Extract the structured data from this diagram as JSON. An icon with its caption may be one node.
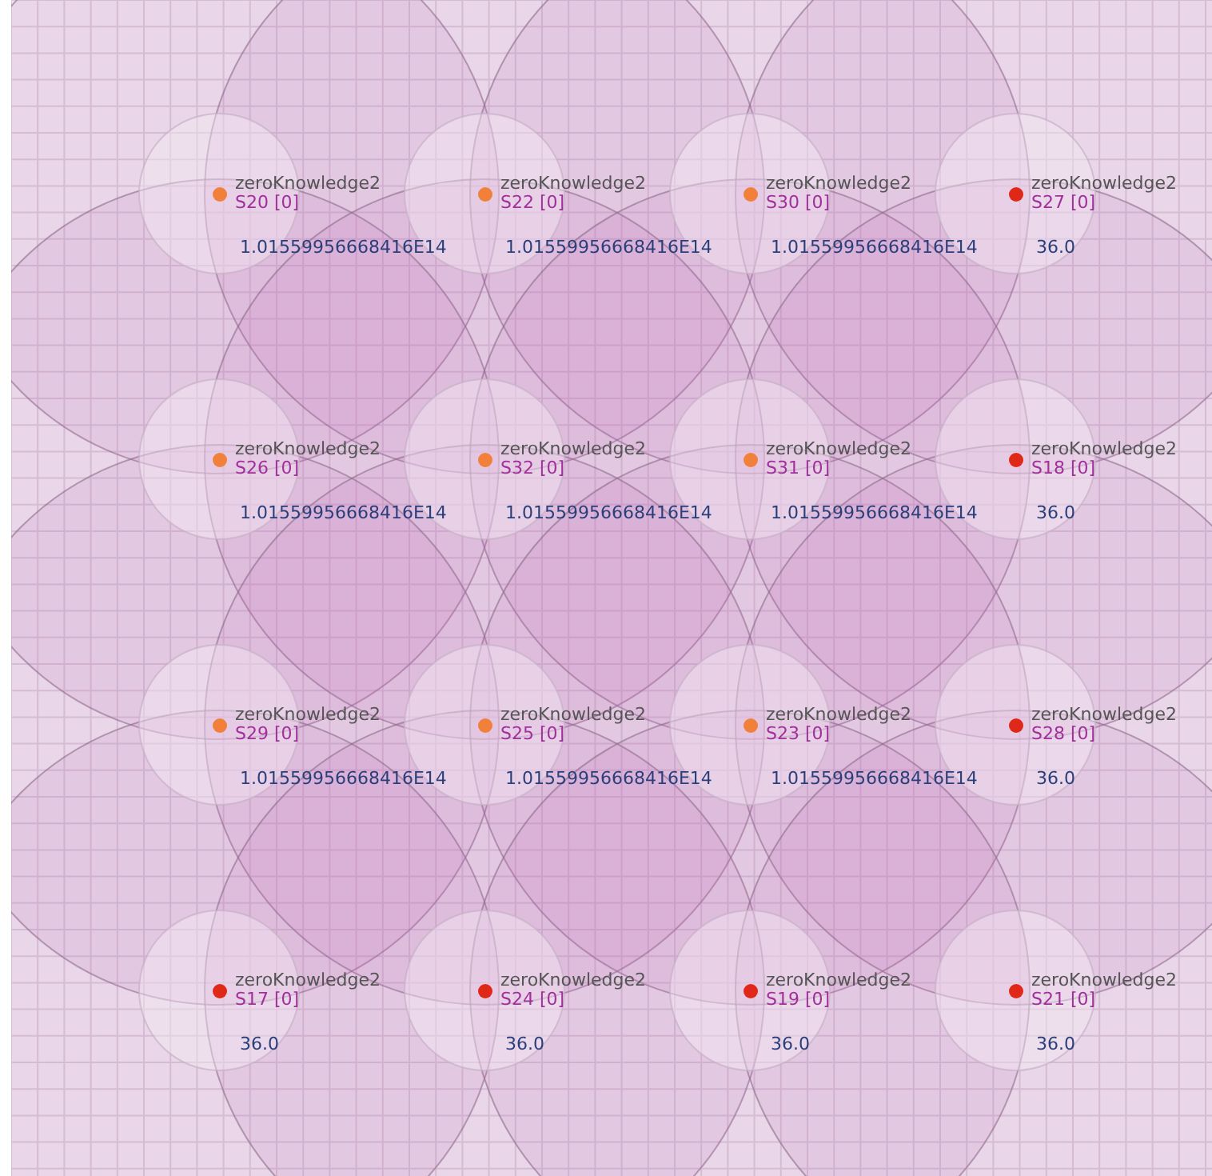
{
  "diagram": {
    "nodes": [
      {
        "text": [
          "zeroKnowledge2",
          "S20 [0]",
          "1.01559956668416E14"
        ]
      },
      {
        "text": [
          "zeroKnowledge2",
          "S22 [0]",
          "1.01559956668416E14"
        ]
      },
      {
        "text": [
          "zeroKnowledge2",
          "S30 [0]",
          "1.01559956668416E14"
        ]
      },
      {
        "text": [
          "zeroKnowledge2",
          "S27 [0]",
          "36.0"
        ]
      },
      {
        "text": [
          "zeroKnowledge2",
          "S26 [0]",
          "1.01559956668416E14"
        ]
      },
      {
        "text": [
          "zeroKnowledge2",
          "S32 [0]",
          "1.01559956668416E14"
        ]
      },
      {
        "text": [
          "zeroKnowledge2",
          "S31 [0]",
          "1.01559956668416E14"
        ]
      },
      {
        "text": [
          "zeroKnowledge2",
          "S18 [0]",
          "36.0"
        ]
      },
      {
        "text": [
          "zeroKnowledge2",
          "S29 [0]",
          "1.01559956668416E14"
        ]
      },
      {
        "text": [
          "zeroKnowledge2",
          "S25 [0]",
          "1.01559956668416E14"
        ]
      },
      {
        "text": [
          "zeroKnowledge2",
          "S23 [0]",
          "1.01559956668416E14"
        ]
      },
      {
        "text": [
          "zeroKnowledge2",
          "S28 [0]",
          "36.0"
        ]
      },
      {
        "text": [
          "zeroKnowledge2",
          "S17 [0]",
          "36.0"
        ]
      },
      {
        "text": [
          "zeroKnowledge2",
          "S24 [0]",
          "36.0"
        ]
      },
      {
        "text": [
          "zeroKnowledge2",
          "S19 [0]",
          "36.0"
        ]
      },
      {
        "text": [
          "zeroKnowledge2",
          "S21 [0]",
          "36.0"
        ]
      }
    ]
  }
}
